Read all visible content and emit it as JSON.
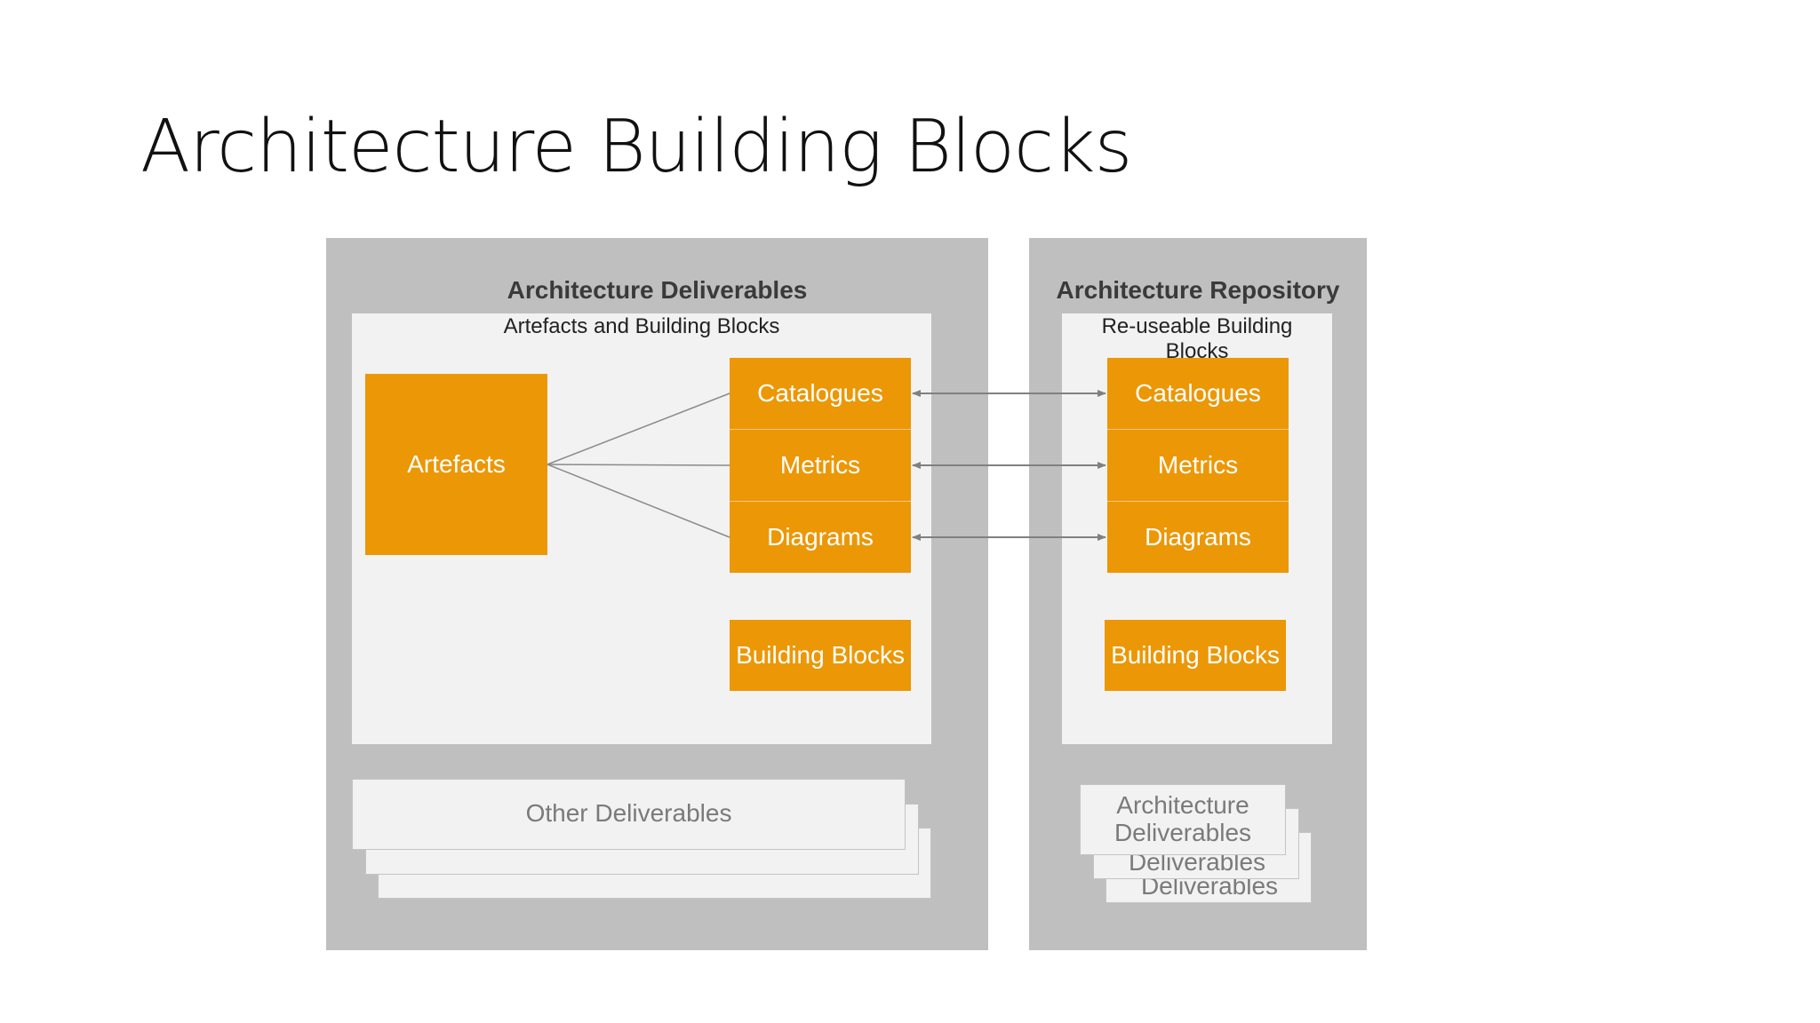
{
  "slide": {
    "title": "Architecture Building Blocks"
  },
  "deliverables_panel": {
    "heading": "Architecture Deliverables",
    "subheading": "Artefacts and Building Blocks",
    "artefacts_label": "Artefacts",
    "items": [
      "Catalogues",
      "Metrics",
      "Diagrams"
    ],
    "building_blocks_label": "Building Blocks",
    "stack_label": "Other Deliverables"
  },
  "repository_panel": {
    "heading": "Architecture Repository",
    "subheading": "Re-useable Building Blocks",
    "items": [
      "Catalogues",
      "Metrics",
      "Diagrams"
    ],
    "building_blocks_label": "Building Blocks",
    "stack_label": "Architecture Deliverables",
    "stack_back_label_1": "Deliverables",
    "stack_back_label_2": "Deliverables"
  },
  "colors": {
    "panel_gray": "#bfbfbf",
    "inner_bg": "#f2f2f3",
    "accent_orange": "#ec9706",
    "connector_gray": "#808080"
  }
}
